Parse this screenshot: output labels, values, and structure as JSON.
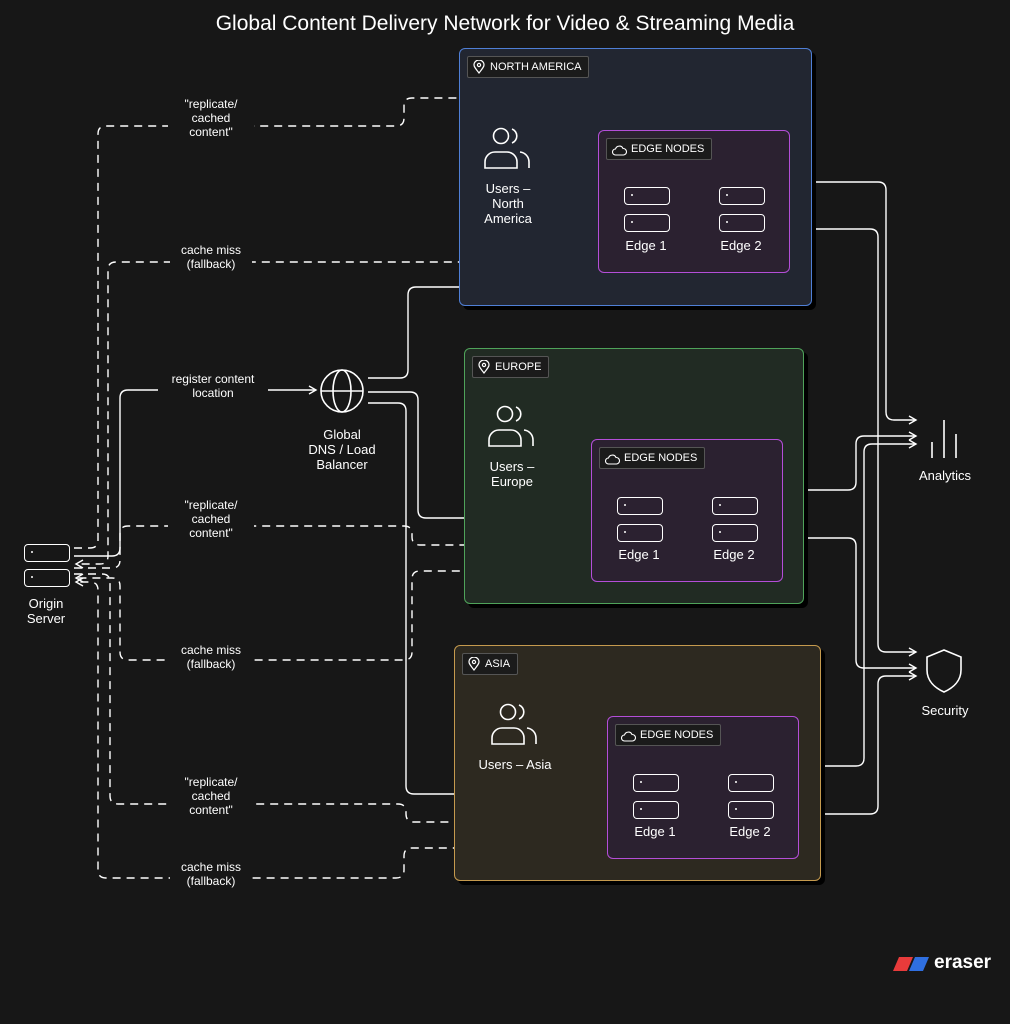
{
  "title": "Global Content Delivery Network for Video & Streaming Media",
  "colors": {
    "background": "#171717",
    "north_america": "#4f7fd6",
    "europe": "#4fa35a",
    "asia": "#c59a4e",
    "edge_nodes": "#b44ed8"
  },
  "regions": [
    {
      "name": "NORTH AMERICA",
      "users_label": "Users –\nNorth\nAmerica",
      "edge_group": "EDGE NODES",
      "edge1": "Edge 1",
      "edge2": "Edge 2"
    },
    {
      "name": "EUROPE",
      "users_label": "Users –\nEurope",
      "edge_group": "EDGE NODES",
      "edge1": "Edge 1",
      "edge2": "Edge 2"
    },
    {
      "name": "ASIA",
      "users_label": "Users – Asia",
      "edge_group": "EDGE NODES",
      "edge1": "Edge 1",
      "edge2": "Edge 2"
    }
  ],
  "nodes": {
    "origin": "Origin\nServer",
    "dns": "Global\nDNS / Load\nBalancer",
    "analytics": "Analytics",
    "security": "Security"
  },
  "edge_labels": {
    "replicate": "\"replicate/\ncached\ncontent\"",
    "cache_miss": "cache miss\n(fallback)",
    "register": "register content\nlocation"
  },
  "icons": [
    "location-pin-icon",
    "cloud-icon",
    "users-icon",
    "globe-icon",
    "server-icon",
    "bar-chart-icon",
    "shield-icon"
  ],
  "brand": "eraser"
}
